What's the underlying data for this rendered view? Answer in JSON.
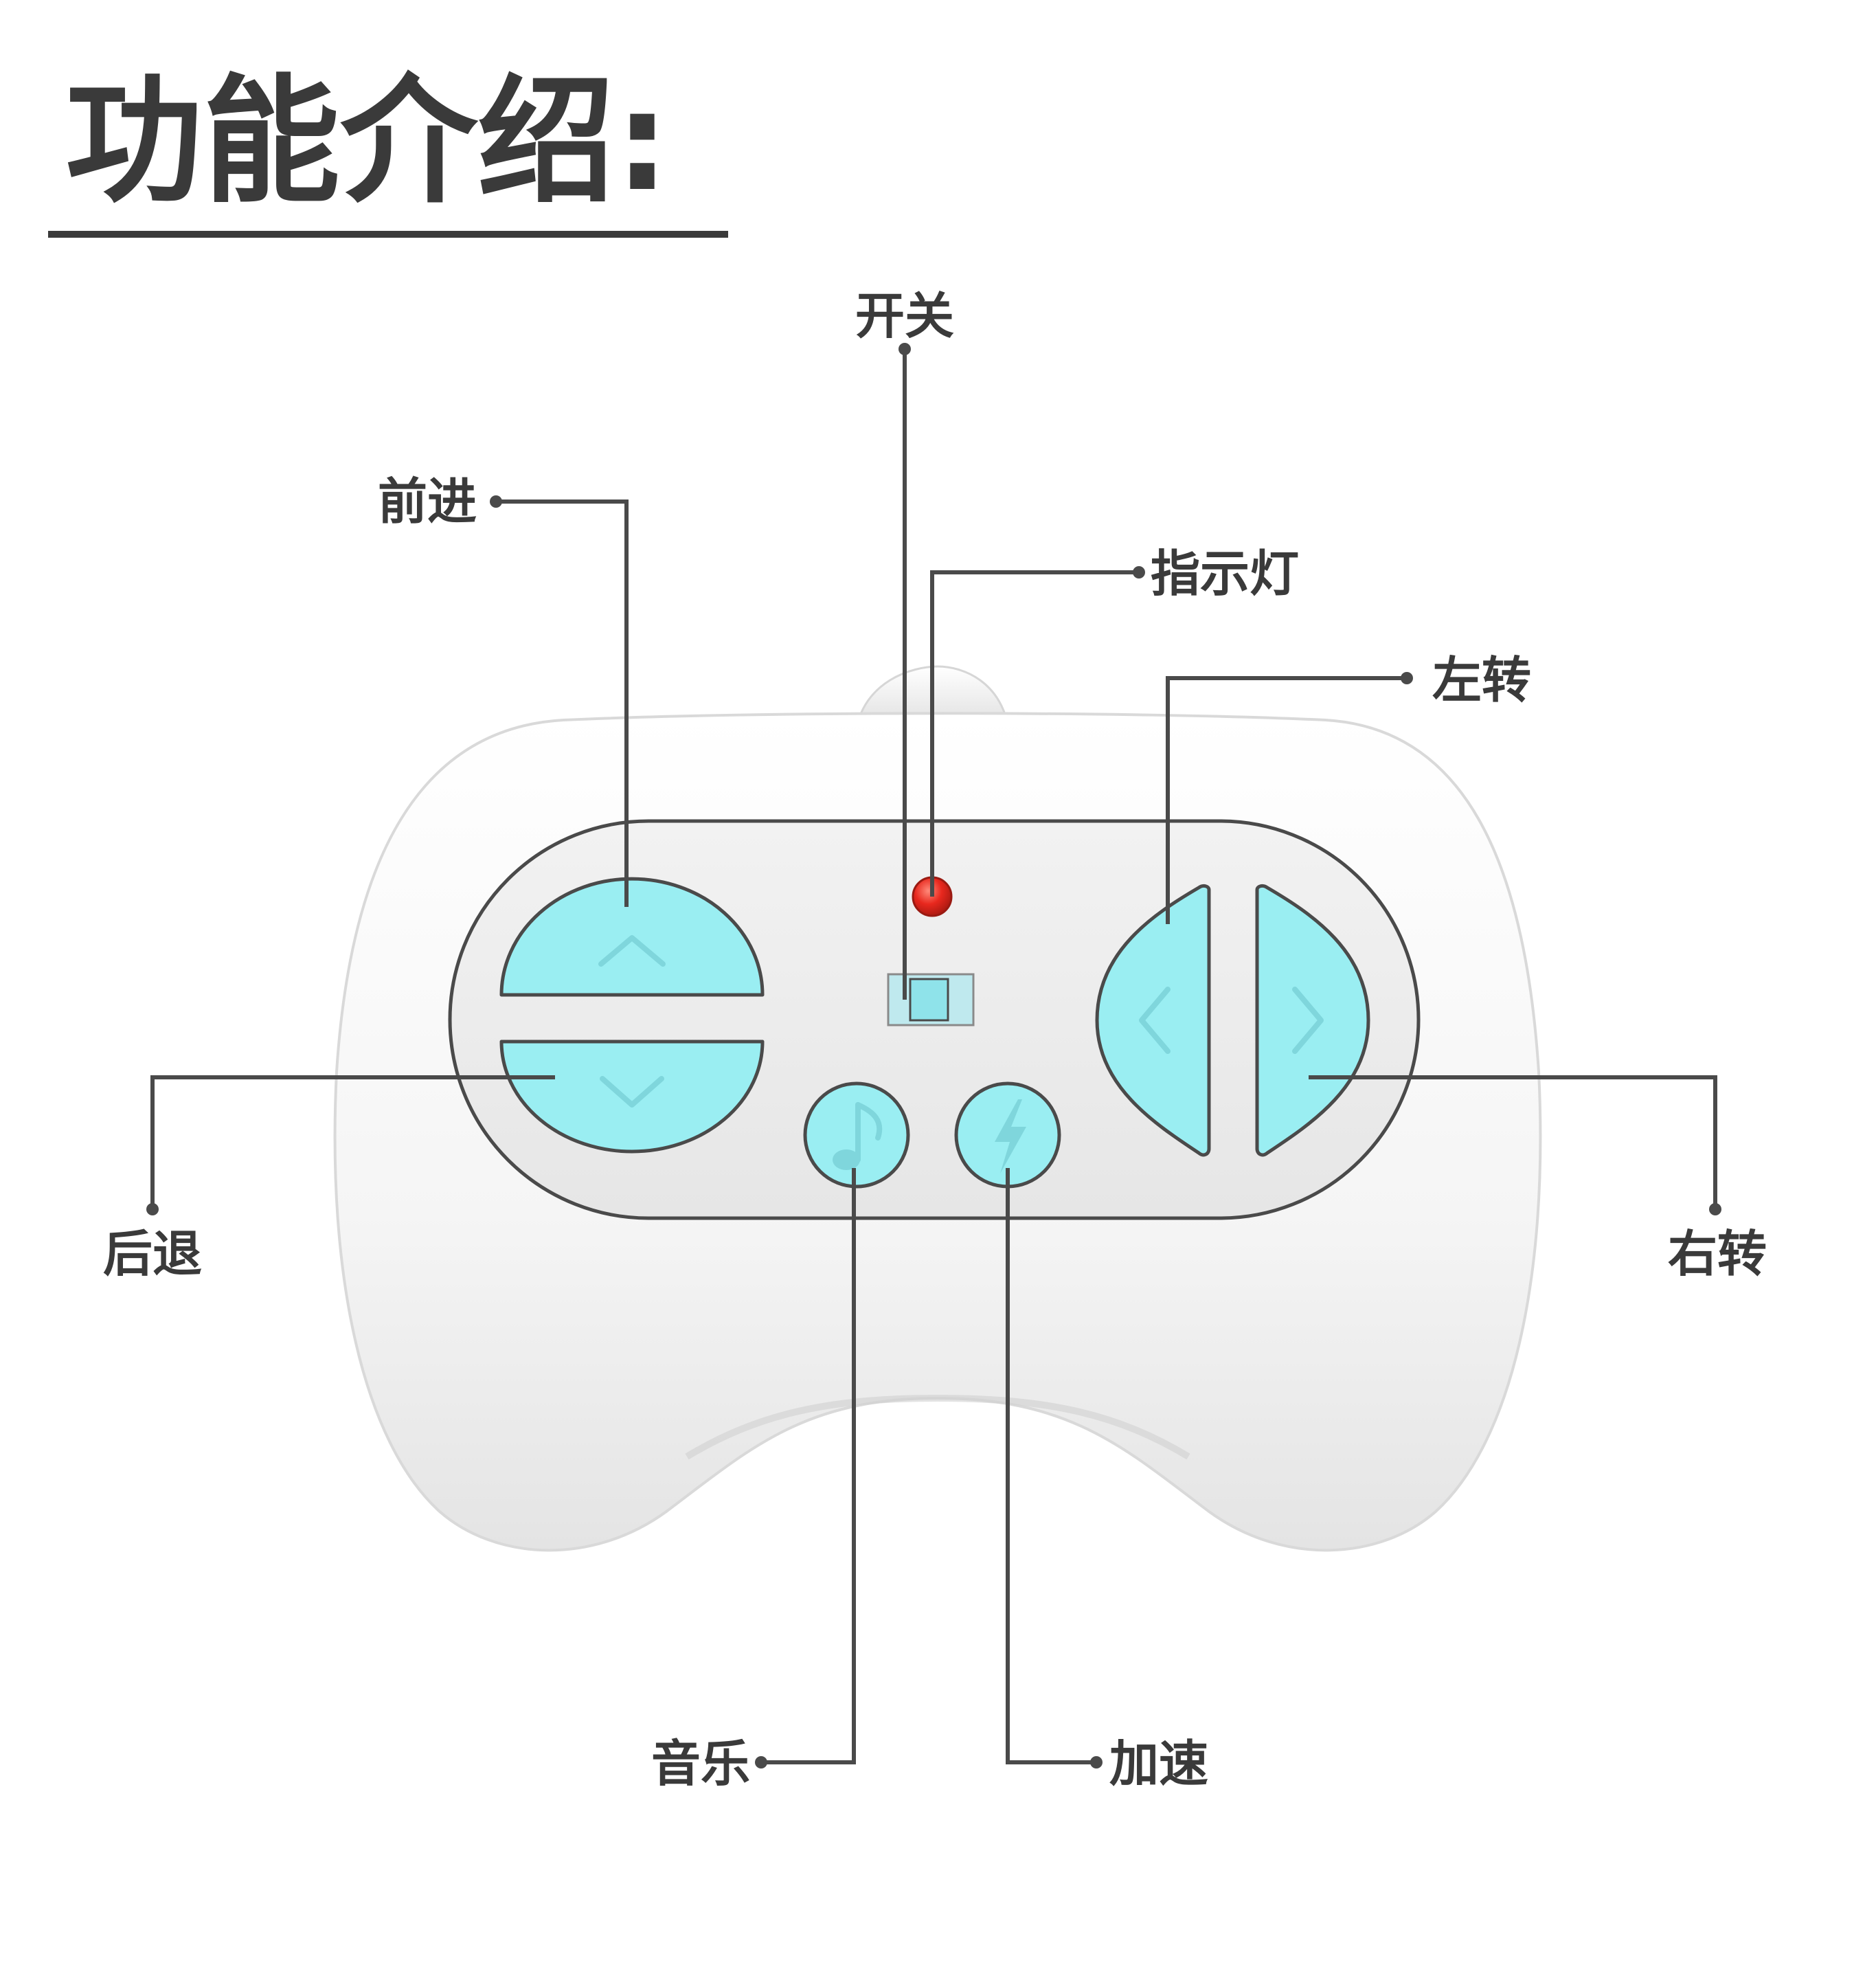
{
  "page": {
    "title": "功能介绍:",
    "colors": {
      "button": "#9aeef2",
      "button_outline": "#4a4a4a",
      "indicator": "#e8281e",
      "shell": "#f4f4f4",
      "panel": "#ececec",
      "line": "#4a4a4a",
      "text": "#3a3a3a"
    }
  },
  "labels": {
    "power": "开关",
    "forward": "前进",
    "indicator": "指示灯",
    "turn_left": "左转",
    "backward": "后退",
    "turn_right": "右转",
    "music": "音乐",
    "speed_up": "加速"
  },
  "icons": {
    "forward": "chevron-up-icon",
    "backward": "chevron-down-icon",
    "turn_left": "chevron-left-icon",
    "turn_right": "chevron-right-icon",
    "music": "music-note-icon",
    "speed_up": "lightning-bolt-icon"
  }
}
